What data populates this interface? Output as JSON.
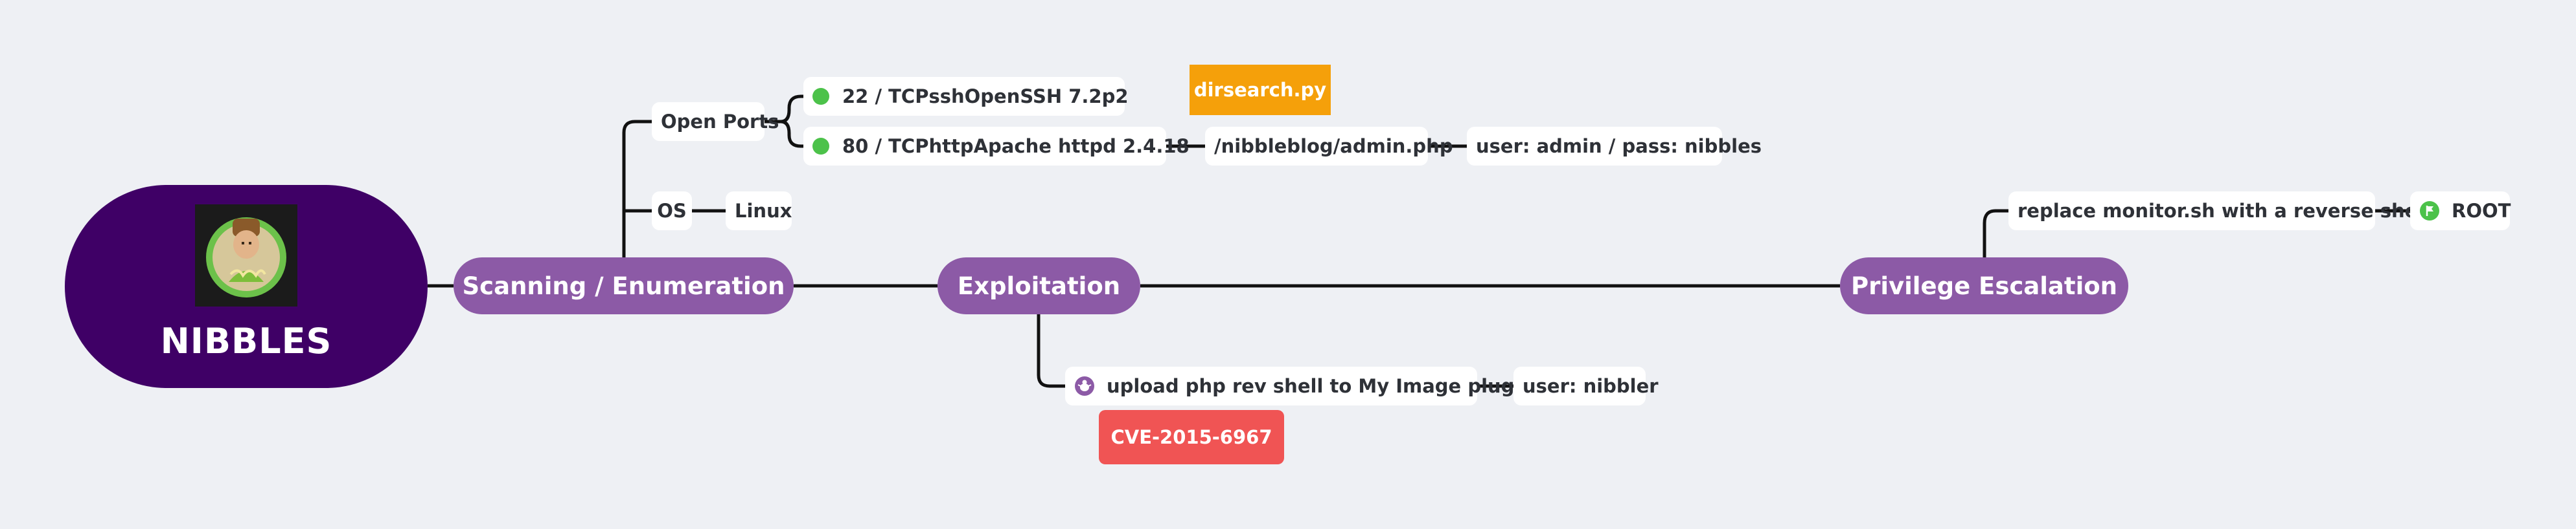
{
  "mindmap": {
    "root": {
      "title": "NIBBLES",
      "image": "nibbles-avatar"
    },
    "branches": {
      "scanning": "Scanning / Enumeration",
      "exploitation": "Exploitation",
      "privesc": "Privilege Escalation"
    },
    "scanning": {
      "open_ports": "Open Ports",
      "port22": {
        "port": "22 / TCP",
        "service": "ssh",
        "version": "OpenSSH 7.2p2"
      },
      "port80": {
        "port": "80 / TCP",
        "service": "http",
        "version": "Apache httpd 2.4.18"
      },
      "admin_path": "/nibbleblog/admin.php",
      "creds": "user: admin / pass: nibbles",
      "tool_tag": "dirsearch.py",
      "os_label": "OS",
      "os_value": "Linux"
    },
    "exploitation": {
      "step": "upload php rev shell to My Image plugin",
      "user": "user: nibbler",
      "cve_tag": "CVE-2015-6967"
    },
    "privesc": {
      "step": "replace monitor.sh with a reverse shell",
      "result": "ROOT"
    }
  },
  "colors": {
    "background": "#eef0f4",
    "root": "#3f0066",
    "branch": "#8c5aa6",
    "status_dot": "#4cc24a",
    "tool_tag": "#f5a00a",
    "cve_tag": "#f05454",
    "connector": "#111111"
  },
  "icons": [
    "status-green-dot",
    "bug-icon",
    "flag-icon"
  ]
}
